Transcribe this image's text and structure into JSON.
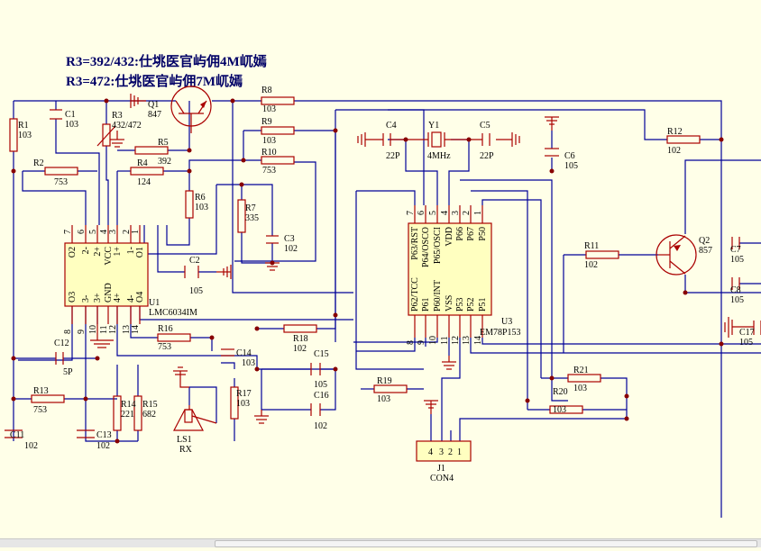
{
  "notes": [
    "R3=392/432:仕垗医官屿佣4M屼嫣",
    "R3=472:仕垗医官屿佣7M屼嫣"
  ],
  "components": {
    "r1": [
      "R1",
      "103"
    ],
    "c1": [
      "C1",
      "103"
    ],
    "r3": [
      "R3",
      "432/472"
    ],
    "q1": [
      "Q1",
      "847"
    ],
    "r8": [
      "R8",
      "103"
    ],
    "r9": [
      "R9",
      "103"
    ],
    "r10": [
      "R10",
      "753"
    ],
    "r5": [
      "R5",
      "392"
    ],
    "r2": [
      "R2",
      "753"
    ],
    "r4": [
      "R4",
      "124"
    ],
    "r6": [
      "R6",
      "103"
    ],
    "r7": [
      "R7",
      "335"
    ],
    "c3": [
      "C3",
      "102"
    ],
    "c2": [
      "C2",
      "105"
    ],
    "u1": "U1",
    "u1_part": "LMC6034IM",
    "c12": [
      "C12",
      "5P"
    ],
    "r16": [
      "R16",
      "753"
    ],
    "c14": [
      "C14",
      "103"
    ],
    "r18": [
      "R18",
      "102"
    ],
    "c15": [
      "C15",
      "105"
    ],
    "c16": [
      "C16",
      "102"
    ],
    "r13": [
      "R13",
      "753"
    ],
    "r14": [
      "R14",
      "221"
    ],
    "r15": [
      "R15",
      "682"
    ],
    "r17": [
      "R17",
      "103"
    ],
    "c11": [
      "C11",
      "102"
    ],
    "c13": [
      "C13",
      "102"
    ],
    "ls1": [
      "LS1",
      "RX"
    ],
    "c4": [
      "C4",
      "22P"
    ],
    "y1": [
      "Y1",
      "4MHz"
    ],
    "c5": [
      "C5",
      "22P"
    ],
    "c6": [
      "C6",
      "105"
    ],
    "r12": [
      "R12",
      "102"
    ],
    "u3": "U3",
    "u3_part": "EM78P153",
    "r11": [
      "R11",
      "102"
    ],
    "q2": [
      "Q2",
      "857"
    ],
    "c7": [
      "C7",
      "105"
    ],
    "c8": [
      "C8",
      "105"
    ],
    "c17": [
      "C17",
      "105"
    ],
    "r19": [
      "R19",
      "103"
    ],
    "r20": [
      "R20",
      "103"
    ],
    "r21": [
      "R21",
      "103"
    ],
    "j1": [
      "J1",
      "CON4"
    ]
  },
  "u1_pins_top": {
    "labels": [
      "O2",
      "2-",
      "2+",
      "VCC",
      "1+",
      "1-",
      "O1"
    ],
    "numbers": [
      "7",
      "6",
      "5",
      "4",
      "3",
      "2",
      "1"
    ]
  },
  "u1_pins_bottom": {
    "labels": [
      "O3",
      "3-",
      "3+",
      "GND",
      "4+",
      "4-",
      "O4"
    ],
    "numbers": [
      "8",
      "9",
      "10",
      "11",
      "12",
      "13",
      "14"
    ]
  },
  "u3_pins_top": {
    "labels": [
      "P63/RST",
      "P64/OSCO",
      "P65/OSCI",
      "VDD",
      "P66",
      "P67",
      "P50"
    ],
    "numbers": [
      "7",
      "6",
      "5",
      "4",
      "3",
      "2",
      "1"
    ]
  },
  "u3_pins_bottom": {
    "labels": [
      "P62/TCC",
      "P61",
      "P60/INT",
      "VSS",
      "P53",
      "P52",
      "P51"
    ],
    "numbers": [
      "8",
      "9",
      "10",
      "11",
      "12",
      "13",
      "14"
    ]
  },
  "j1_pins": [
    "4",
    "3",
    "2",
    "1"
  ]
}
